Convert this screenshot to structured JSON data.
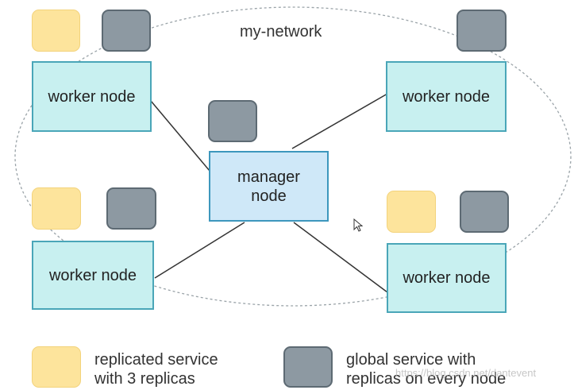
{
  "network_label": "my-network",
  "manager": {
    "label": "manager\nnode"
  },
  "workers": [
    {
      "label": "worker node"
    },
    {
      "label": "worker node"
    },
    {
      "label": "worker node"
    },
    {
      "label": "worker node"
    }
  ],
  "legend": {
    "replicated": "replicated service\nwith 3 replicas",
    "global": "global service with\nreplicas on every node"
  },
  "watermark": "https://blog.csdn.net/dantevent",
  "colors": {
    "replicated_fill": "#fde49c",
    "global_fill": "#8d99a2",
    "node_fill": "#c8f0f0",
    "manager_fill": "#cfe8f8",
    "node_border": "#4aa6b8"
  }
}
